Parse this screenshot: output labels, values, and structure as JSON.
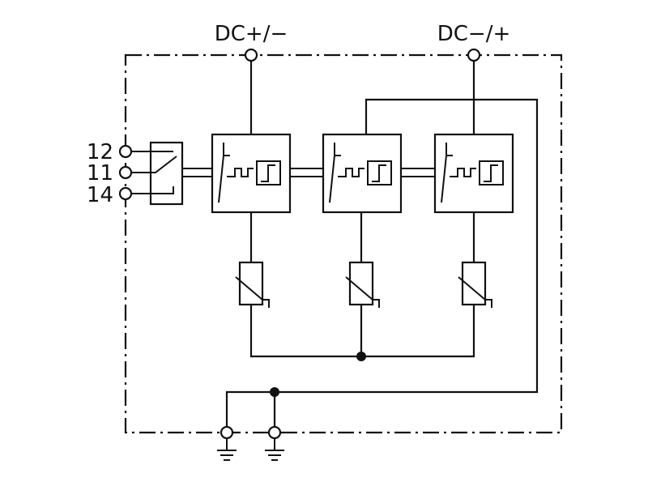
{
  "labels": {
    "terminal_left_top": "DC+/−",
    "terminal_right_top": "DC−/+",
    "contact_12": "12",
    "contact_11": "11",
    "contact_14": "14"
  }
}
